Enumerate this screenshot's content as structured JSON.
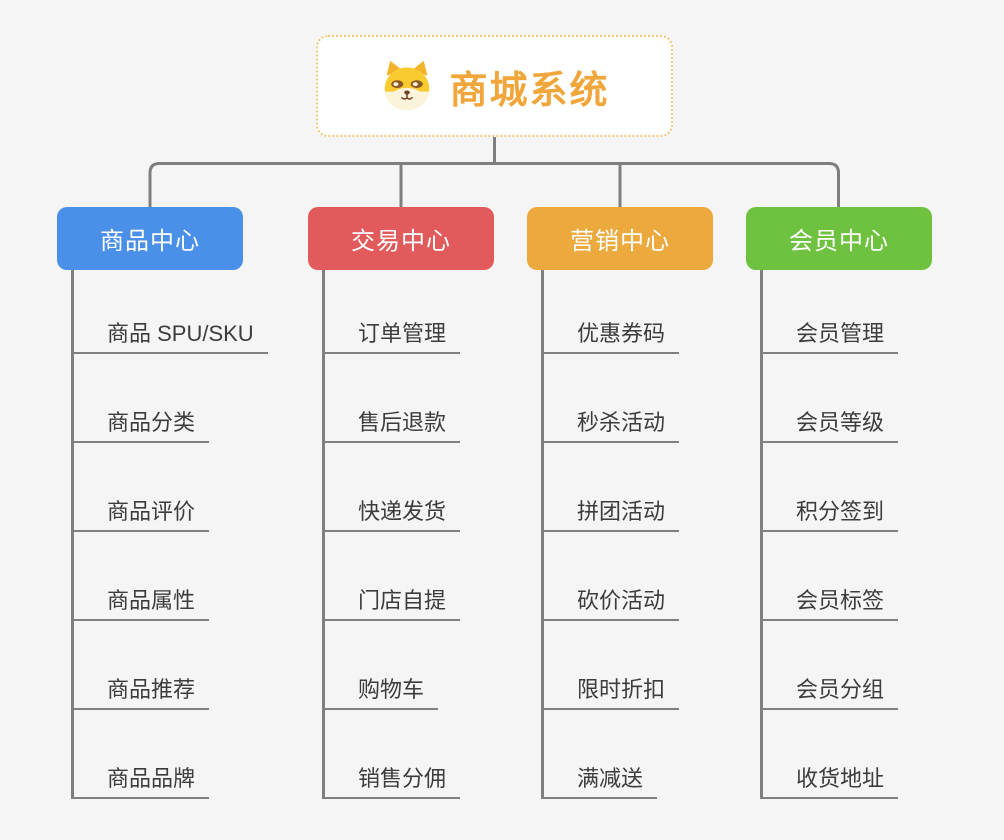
{
  "root": {
    "label": "商城系统",
    "icon": "shiba-dog-icon",
    "text_color": "#f0a63b",
    "border_color": "#f5c677",
    "background": "#ffffff"
  },
  "branches": [
    {
      "label": "商品中心",
      "color": "#4b90e8",
      "items": [
        "商品 SPU/SKU",
        "商品分类",
        "商品评价",
        "商品属性",
        "商品推荐",
        "商品品牌"
      ]
    },
    {
      "label": "交易中心",
      "color": "#e25b5c",
      "items": [
        "订单管理",
        "售后退款",
        "快递发货",
        "门店自提",
        "购物车",
        "销售分佣"
      ]
    },
    {
      "label": "营销中心",
      "color": "#ecaa3e",
      "items": [
        "优惠券码",
        "秒杀活动",
        "拼团活动",
        "砍价活动",
        "限时折扣",
        "满减送"
      ]
    },
    {
      "label": "会员中心",
      "color": "#6fc23f",
      "items": [
        "会员管理",
        "会员等级",
        "积分签到",
        "会员标签",
        "会员分组",
        "收货地址"
      ]
    }
  ],
  "style": {
    "background": "#f5f5f5",
    "connector_color": "#7f7f7f",
    "leaf_line_color": "#808080",
    "leaf_text_color": "#3c3c3c",
    "header_text_color": "#ffffff"
  }
}
